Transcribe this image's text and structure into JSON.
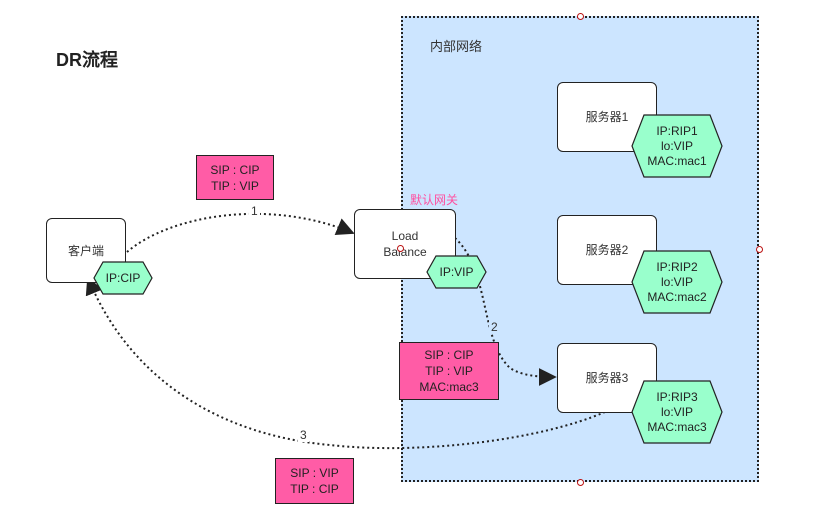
{
  "title": "DR流程",
  "network_label": "内部网络",
  "gateway_label": "默认网关",
  "client": {
    "label": "客户端",
    "ip": "IP:CIP"
  },
  "load_balance": {
    "label_line1": "Load",
    "label_line2": "Balance",
    "vip": "IP:VIP"
  },
  "servers": [
    {
      "label": "服务器1",
      "ip": "IP:RIP1",
      "lo": "lo:VIP",
      "mac": "MAC:mac1"
    },
    {
      "label": "服务器2",
      "ip": "IP:RIP2",
      "lo": "lo:VIP",
      "mac": "MAC:mac2"
    },
    {
      "label": "服务器3",
      "ip": "IP:RIP3",
      "lo": "lo:VIP",
      "mac": "MAC:mac3"
    }
  ],
  "packets": [
    {
      "sip": "SIP : CIP",
      "tip": "TIP : VIP"
    },
    {
      "sip": "SIP : CIP",
      "tip": "TIP : VIP",
      "mac": "MAC:mac3"
    },
    {
      "sip": "SIP : VIP",
      "tip": "TIP : CIP"
    }
  ],
  "steps": [
    "1",
    "2",
    "3"
  ],
  "colors": {
    "network_bg": "#cce5ff",
    "packet_pink": "#ff5ca6",
    "hex_green": "#99ffcc",
    "gateway_text": "#ff4fa0"
  }
}
